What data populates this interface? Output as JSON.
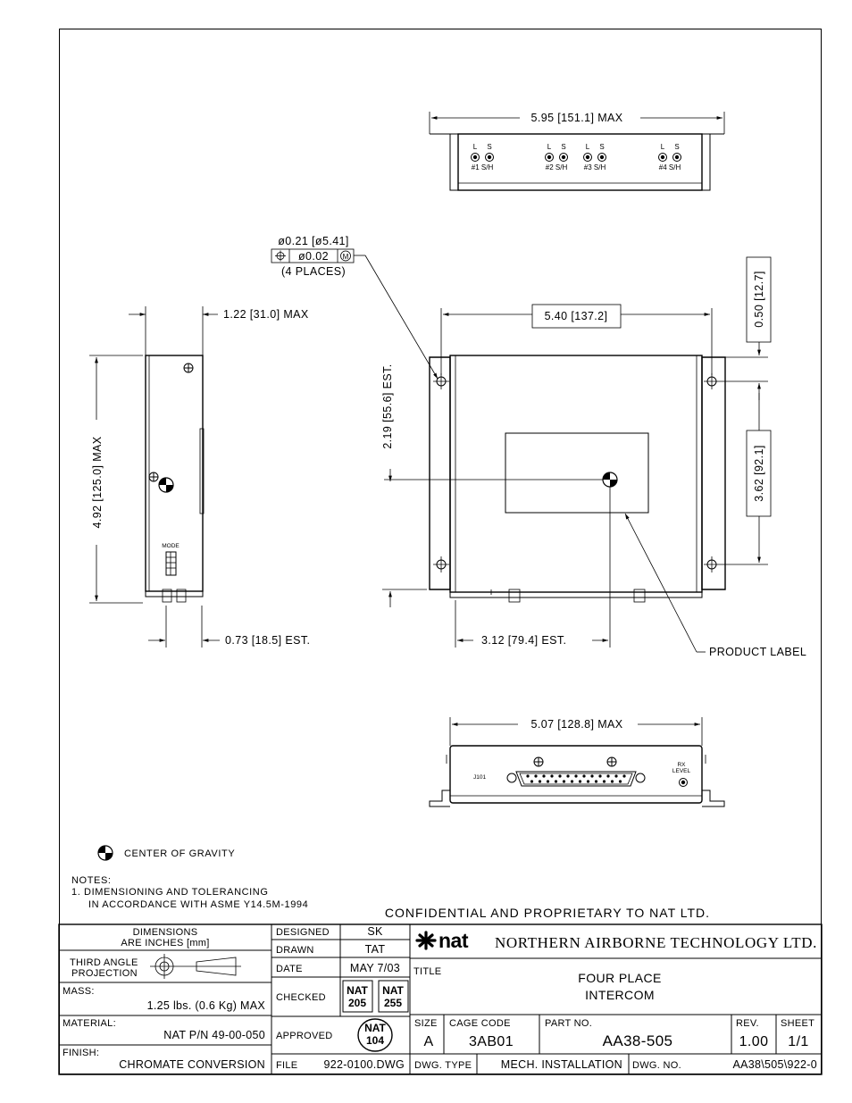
{
  "views": {
    "top": {
      "dim_width": "5.95 [151.1] MAX",
      "conn_l": [
        "L",
        "L",
        "L",
        "L"
      ],
      "conn_s": [
        "S",
        "S",
        "S",
        "S"
      ],
      "conn_labels": [
        "#1 S/H",
        "#2 S/H",
        "#3 S/H",
        "#4 S/H"
      ]
    },
    "hole": {
      "diameter": "ø0.21 [ø5.41]",
      "tolerance": "ø0.02",
      "modifier": "M",
      "places": "(4 PLACES)"
    },
    "side": {
      "dim_depth": "1.22 [31.0] MAX",
      "dim_height": "4.92 [125.0] MAX",
      "dim_cg": "0.73 [18.5] EST.",
      "mode_label": "MODE"
    },
    "front": {
      "dim_holes": "5.40 [137.2]",
      "dim_edge": "0.50 [12.7]",
      "dim_hole_spacing": "3.62 [92.1]",
      "dim_cg_y": "2.19 [55.6] EST.",
      "dim_cg_x": "3.12 [79.4] EST.",
      "product_label": "PRODUCT LABEL"
    },
    "bottom": {
      "dim_width": "5.07 [128.8] MAX",
      "connector": "J101",
      "rx_level": [
        "RX",
        "LEVEL"
      ]
    }
  },
  "legend": {
    "cg": "CENTER OF GRAVITY"
  },
  "notes": {
    "heading": "NOTES:",
    "lines": [
      "1. DIMENSIONING AND TOLERANCING",
      "IN ACCORDANCE WITH ASME Y14.5M-1994"
    ]
  },
  "confidential": "CONFIDENTIAL AND PROPRIETARY TO NAT LTD.",
  "title_block": {
    "dimensions": [
      "DIMENSIONS",
      "ARE INCHES [mm]"
    ],
    "projection": [
      "THIRD ANGLE",
      "PROJECTION"
    ],
    "mass_label": "MASS:",
    "mass_value": "1.25 lbs. (0.6 Kg) MAX",
    "material_label": "MATERIAL:",
    "material_value": "NAT P/N 49-00-050",
    "finish_label": "FINISH:",
    "finish_value": "CHROMATE CONVERSION",
    "designed_label": "DESIGNED",
    "designed_value": "SK",
    "drawn_label": "DRAWN",
    "drawn_value": "TAT",
    "date_label": "DATE",
    "date_value": "MAY 7/03",
    "checked_label": "CHECKED",
    "checked_stamp1": [
      "NAT",
      "205"
    ],
    "checked_stamp2": [
      "NAT",
      "255"
    ],
    "approved_label": "APPROVED",
    "approved_stamp": [
      "NAT",
      "104"
    ],
    "file_label": "FILE",
    "file_value": "922-0100.DWG",
    "logo_text": "nat",
    "company": "NORTHERN AIRBORNE TECHNOLOGY LTD.",
    "title_label": "TITLE",
    "title_lines": [
      "FOUR PLACE",
      "INTERCOM"
    ],
    "size_label": "SIZE",
    "size_value": "A",
    "cage_label": "CAGE CODE",
    "cage_value": "3AB01",
    "part_label": "PART NO.",
    "part_value": "AA38-505",
    "rev_label": "REV.",
    "rev_value": "1.00",
    "sheet_label": "SHEET",
    "sheet_value": "1/1",
    "dwgtype_label": "DWG. TYPE",
    "dwgtype_value": "MECH. INSTALLATION",
    "dwgno_label": "DWG. NO.",
    "dwgno_value": "AA38\\505\\922-0"
  }
}
